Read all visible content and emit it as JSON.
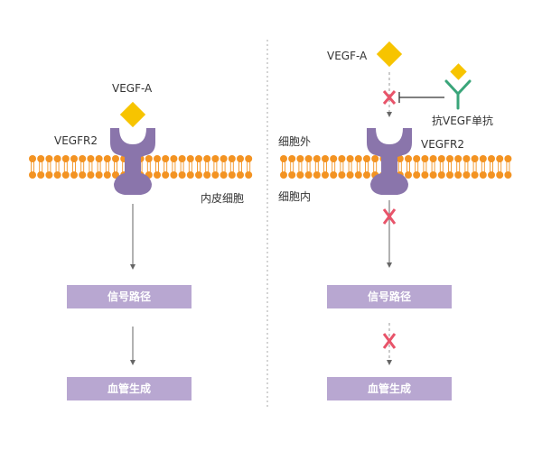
{
  "left": {
    "ligand_label": "VEGF-A",
    "receptor_label": "VEGFR2",
    "cell_label": "内皮细胞",
    "box1_label": "信号路径",
    "box2_label": "血管生成"
  },
  "right": {
    "ligand_label": "VEGF-A",
    "antibody_label": "抗VEGF单抗",
    "receptor_label": "VEGFR2",
    "outside_label": "细胞外",
    "inside_label": "细胞内",
    "box1_label": "信号路径",
    "box2_label": "血管生成"
  },
  "colors": {
    "lipid": "#f39322",
    "receptor": "#8a75ab",
    "ligand": "#f7c400",
    "antibody": "#3aa57a",
    "block": "#e8546a",
    "box": "#b8a7d1",
    "arrow": "#666666",
    "divider": "#aaaaaa"
  }
}
